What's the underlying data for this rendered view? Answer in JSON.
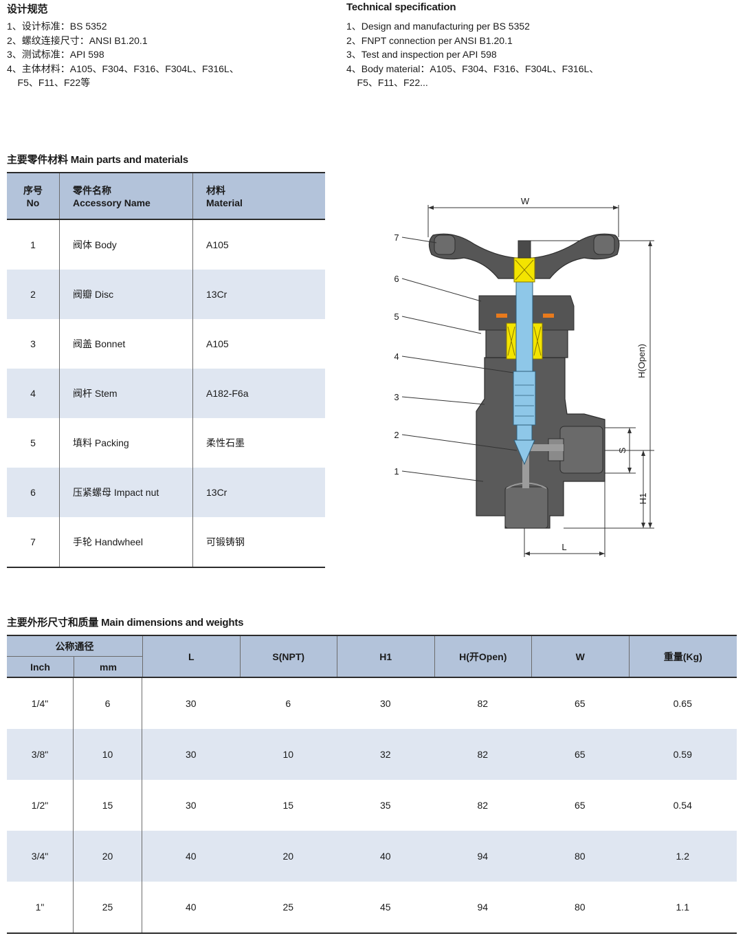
{
  "spec_cn": {
    "title": "设计规范",
    "lines": [
      "1、设计标准：BS 5352",
      "2、螺纹连接尺寸：ANSI B1.20.1",
      "3、测试标准：API 598",
      "4、主体材料：A105、F304、F316、F304L、F316L、",
      "    F5、F11、F22等"
    ]
  },
  "spec_en": {
    "title": "Technical specification",
    "lines": [
      "1、Design and manufacturing per BS 5352",
      "2、FNPT connection per ANSI B1.20.1",
      "3、Test and inspection per API 598",
      "4、Body material：A105、F304、F316、F304L、F316L、",
      "    F5、F11、F22..."
    ]
  },
  "parts": {
    "title": "主要零件材料 Main parts and materials",
    "headers": {
      "no_cn": "序号",
      "no_en": "No",
      "name_cn": "零件名称",
      "name_en": "Accessory Name",
      "mat_cn": "材料",
      "mat_en": "Material"
    },
    "rows": [
      {
        "no": "1",
        "name": "阀体 Body",
        "material": "A105"
      },
      {
        "no": "2",
        "name": "阀瓣 Disc",
        "material": "13Cr"
      },
      {
        "no": "3",
        "name": "阀盖 Bonnet",
        "material": "A105"
      },
      {
        "no": "4",
        "name": "阀杆 Stem",
        "material": "A182-F6a"
      },
      {
        "no": "5",
        "name": "填料 Packing",
        "material": "柔性石墨"
      },
      {
        "no": "6",
        "name": "压紧螺母 Impact nut",
        "material": "13Cr"
      },
      {
        "no": "7",
        "name": "手轮 Handwheel",
        "material": "可锻铸钢"
      }
    ]
  },
  "diagram": {
    "dim_w": "W",
    "dim_h": "H(Open)",
    "dim_s": "S",
    "dim_h1": "H1",
    "dim_l": "L",
    "callouts": [
      "7",
      "6",
      "5",
      "4",
      "3",
      "2",
      "1"
    ],
    "colors": {
      "body": "#5a5a5a",
      "stem": "#8ec7e8",
      "packing": "#f3e400",
      "nut": "#e87a1c"
    }
  },
  "dims": {
    "title": "主要外形尺寸和质量 Main dimensions and weights",
    "group_label": "公称通径",
    "sub_inch": "Inch",
    "sub_mm": "mm",
    "headers": [
      "L",
      "S(NPT)",
      "H1",
      "H(开Open)",
      "W",
      "重量(Kg)"
    ],
    "rows": [
      {
        "inch": "1/4\"",
        "mm": "6",
        "L": "30",
        "S": "6",
        "H1": "30",
        "H": "82",
        "W": "65",
        "kg": "0.65"
      },
      {
        "inch": "3/8\"",
        "mm": "10",
        "L": "30",
        "S": "10",
        "H1": "32",
        "H": "82",
        "W": "65",
        "kg": "0.59"
      },
      {
        "inch": "1/2\"",
        "mm": "15",
        "L": "30",
        "S": "15",
        "H1": "35",
        "H": "82",
        "W": "65",
        "kg": "0.54"
      },
      {
        "inch": "3/4\"",
        "mm": "20",
        "L": "40",
        "S": "20",
        "H1": "40",
        "H": "94",
        "W": "80",
        "kg": "1.2"
      },
      {
        "inch": "1\"",
        "mm": "25",
        "L": "40",
        "S": "25",
        "H1": "45",
        "H": "94",
        "W": "80",
        "kg": "1.1"
      }
    ]
  }
}
